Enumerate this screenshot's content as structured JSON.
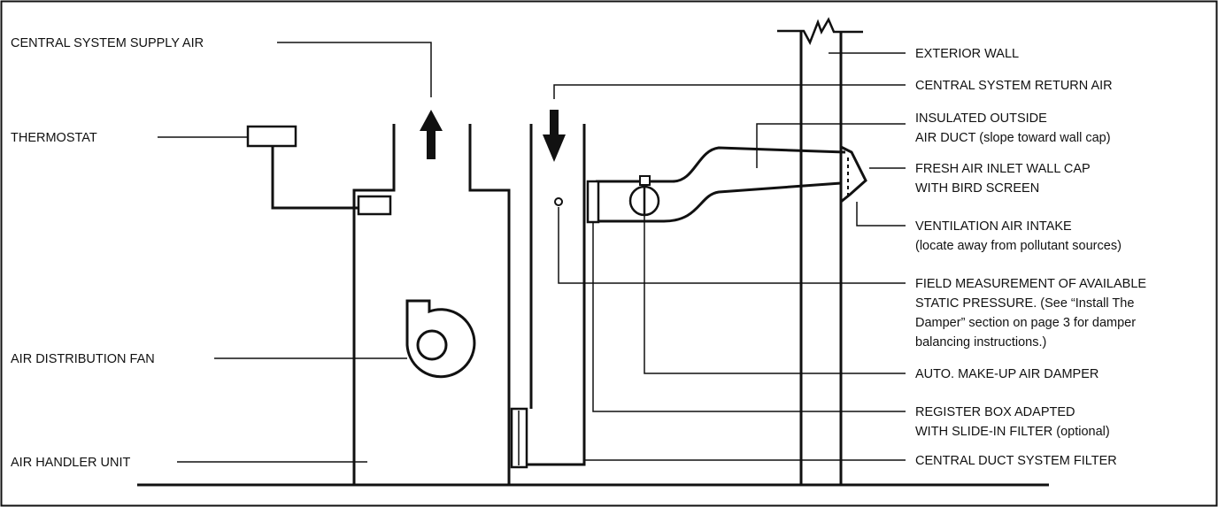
{
  "labels": {
    "central_supply_air": "CENTRAL SYSTEM SUPPLY AIR",
    "thermostat": "THERMOSTAT",
    "air_distribution_fan": "AIR DISTRIBUTION FAN",
    "air_handler_unit": "AIR HANDLER UNIT",
    "exterior_wall": "EXTERIOR WALL",
    "central_return_air": "CENTRAL SYSTEM RETURN AIR",
    "insulated_duct": [
      "INSULATED OUTSIDE",
      "AIR DUCT (slope toward wall cap)"
    ],
    "fresh_air_cap": [
      "FRESH AIR INLET WALL CAP",
      "WITH BIRD SCREEN"
    ],
    "ventilation_intake": [
      "VENTILATION AIR INTAKE",
      "(locate away from pollutant sources)"
    ],
    "field_measurement": [
      "FIELD MEASUREMENT OF AVAILABLE",
      "STATIC PRESSURE. (See “Install The",
      "Damper” section on page 3 for damper",
      "balancing instructions.)"
    ],
    "makeup_damper": "AUTO. MAKE-UP AIR DAMPER",
    "register_box": [
      "REGISTER BOX ADAPTED",
      "WITH SLIDE-IN FILTER (optional)"
    ],
    "duct_filter": "CENTRAL DUCT SYSTEM FILTER"
  },
  "colors": {
    "line": "#111111",
    "background": "#ffffff"
  }
}
